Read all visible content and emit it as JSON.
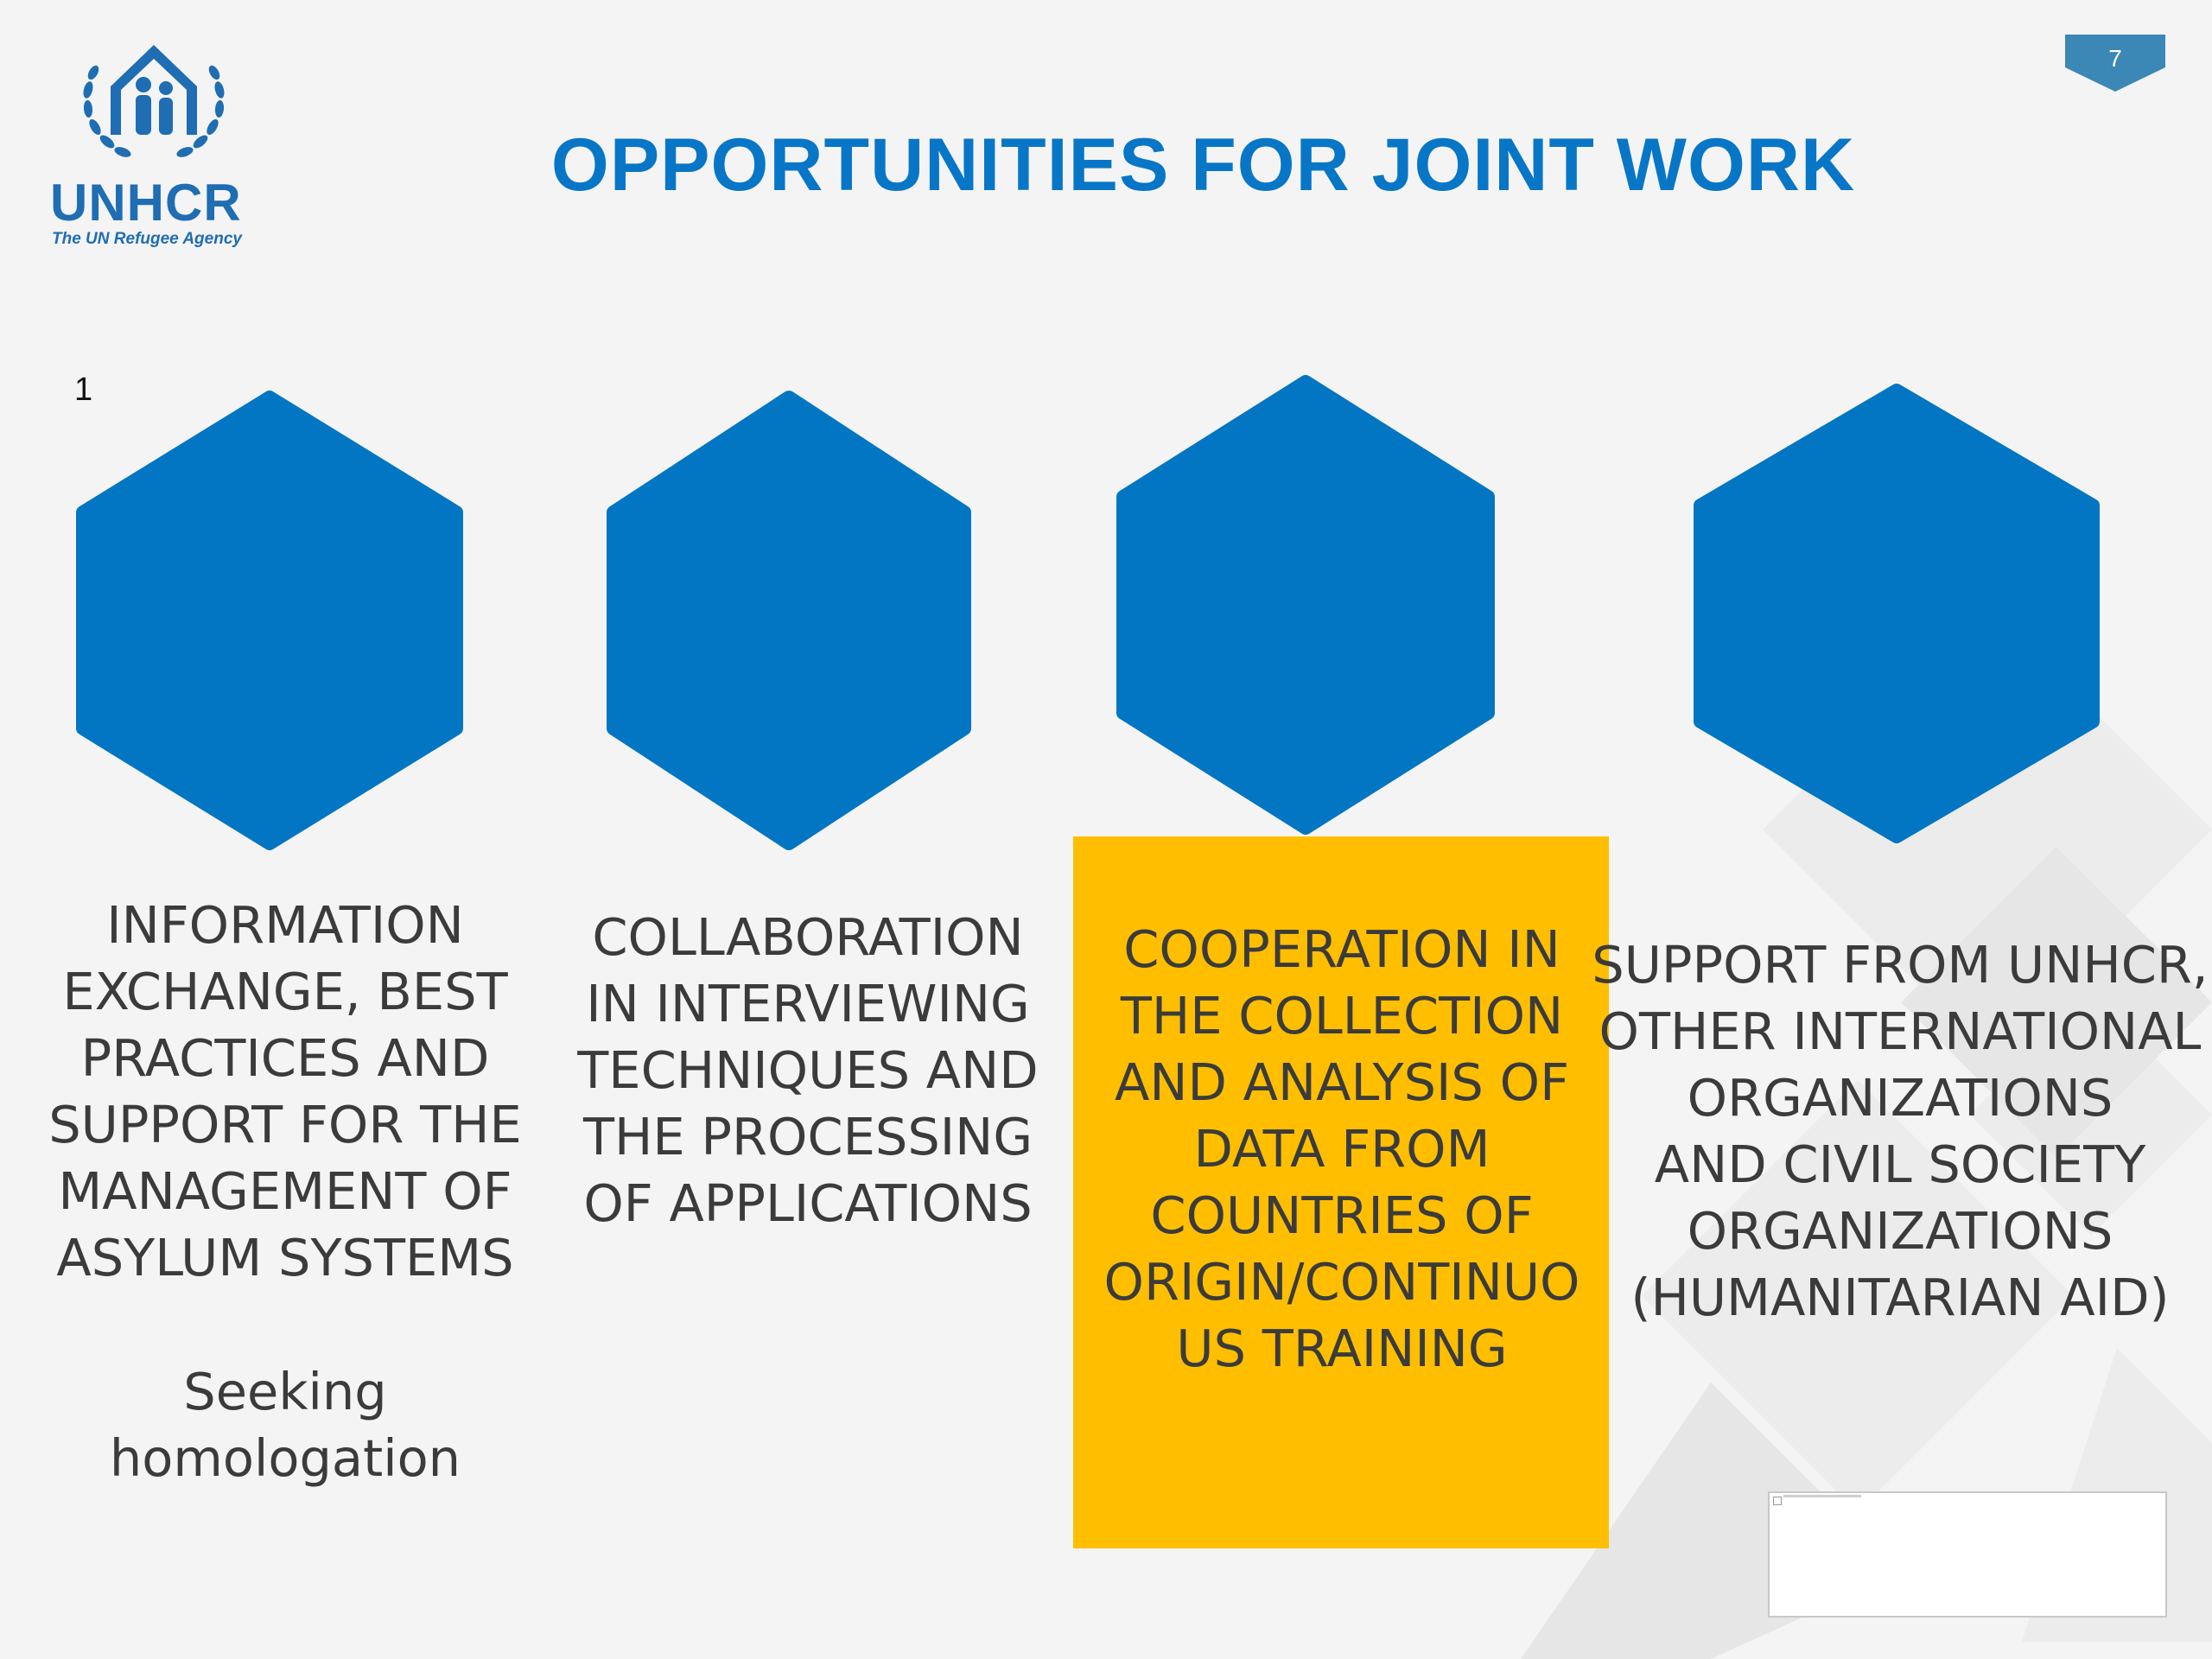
{
  "slide": {
    "logo": {
      "name": "UNHCR",
      "tagline": "The UN Refugee Agency"
    },
    "page_number": "7",
    "title": "OPPORTUNITIES FOR JOINT WORK",
    "step_number": "1",
    "items": [
      {
        "label": "INFORMATION\nEXCHANGE, BEST\nPRACTICES AND\nSUPPORT FOR THE\nMANAGEMENT OF\nASYLUM SYSTEMS"
      },
      {
        "label": "COLLABORATION\nIN INTERVIEWING\nTECHNIQUES AND\nTHE PROCESSING\nOF APPLICATIONS"
      },
      {
        "label": "COOPERATION IN\nTHE COLLECTION\nAND ANALYSIS OF\nDATA FROM\nCOUNTRIES OF\nORIGIN/CONTINUO\nUS TRAINING"
      },
      {
        "lines": [
          "SUPPORT FROM UNHCR,",
          "OTHER INTERNATIONAL",
          "ORGANIZATIONS",
          "AND CIVIL SOCIETY",
          "ORGANIZATIONS",
          "(HUMANITARIAN AID)"
        ]
      }
    ],
    "note": "Seeking\nhomologation"
  },
  "colors": {
    "brand_blue": "#0876c6",
    "hexagon": "#0276c2",
    "highlight": "#ffbf00",
    "text": "#3b3b3b",
    "badge": "#3b87b6"
  }
}
